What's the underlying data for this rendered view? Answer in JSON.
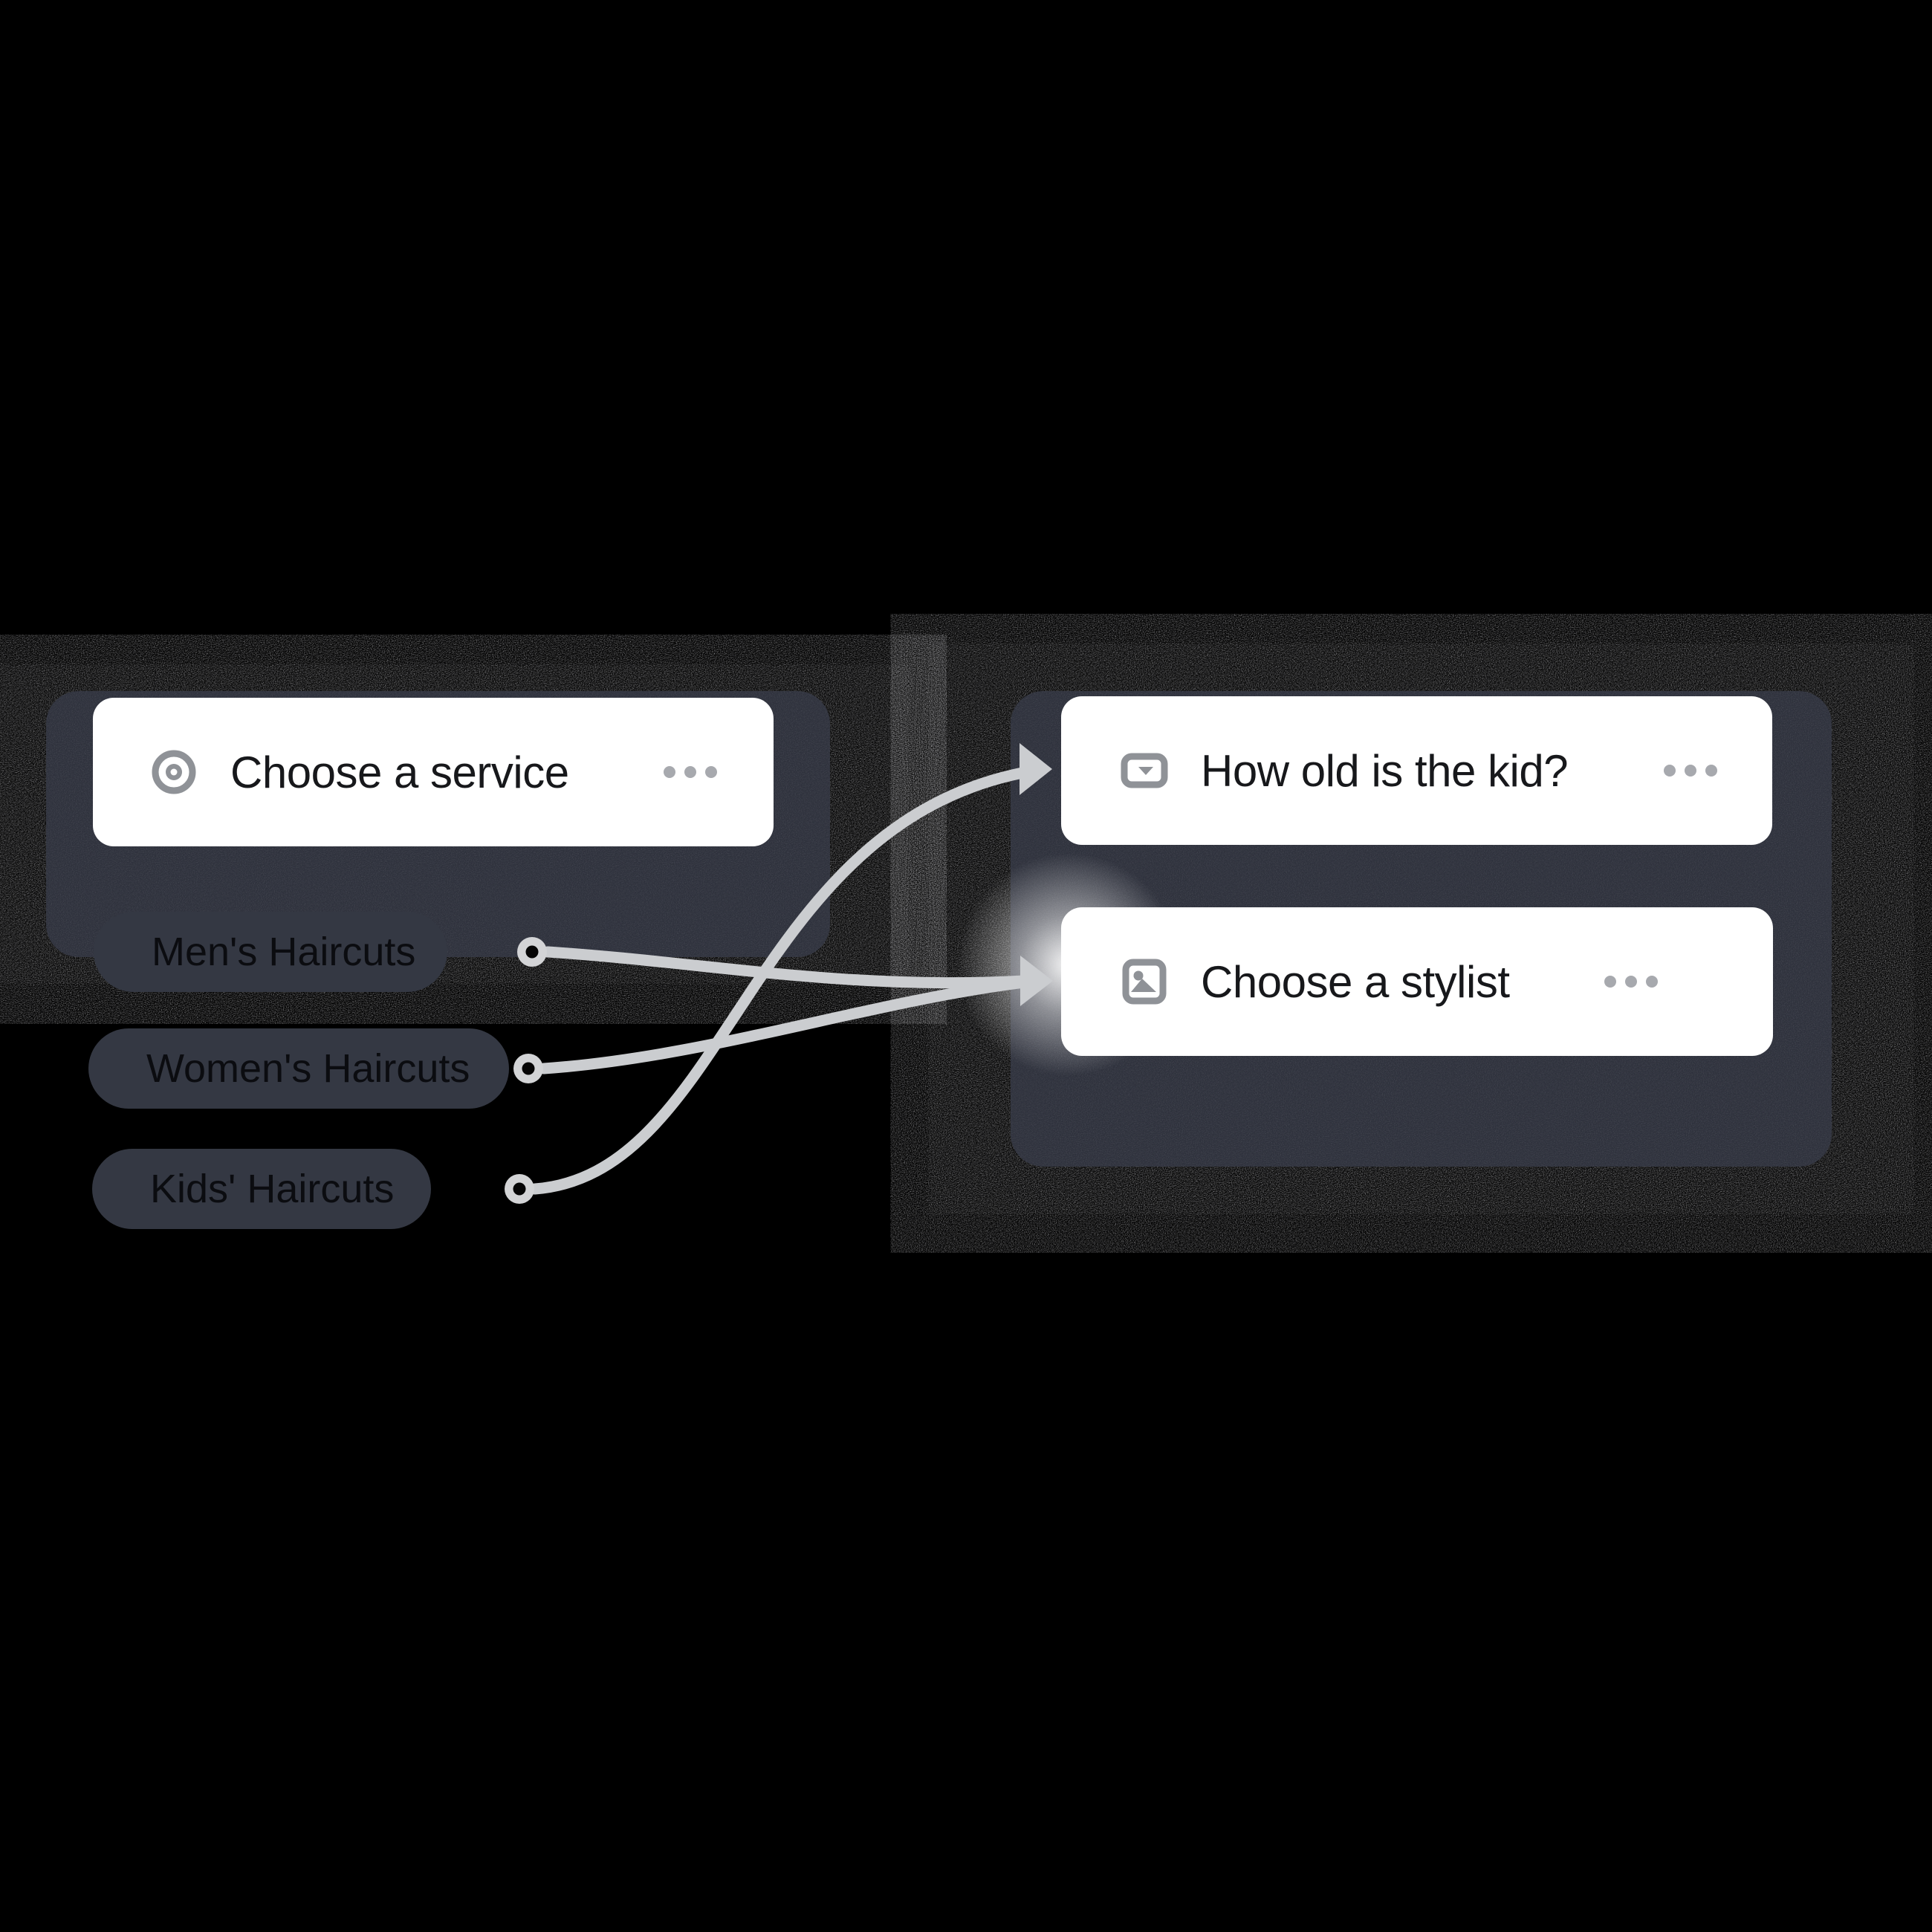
{
  "canvas": {
    "background_color": "#000000",
    "panel_color": "#2e313c",
    "card_color": "#ffffff",
    "connector_color": "#cbcdd0",
    "icon_color": "#8f9297",
    "ellipsis_color": "#a7a9ae",
    "pill_color": "#343843"
  },
  "service_node": {
    "title": "Choose a service",
    "icon": "target-icon",
    "menu_icon": "ellipsis-icon",
    "options": [
      "Men's Haircuts",
      "Women's Haircuts",
      "Kids' Haircuts"
    ]
  },
  "question_node": {
    "title": "How old is the kid?",
    "icon": "dropdown-field-icon",
    "menu_icon": "ellipsis-icon"
  },
  "stylist_node": {
    "title": "Choose a stylist",
    "icon": "image-icon",
    "menu_icon": "ellipsis-icon"
  },
  "connections": [
    {
      "from": "Men's Haircuts",
      "to": "Choose a stylist"
    },
    {
      "from": "Women's Haircuts",
      "to": "Choose a stylist"
    },
    {
      "from": "Kids' Haircuts",
      "to": "How old is the kid?"
    }
  ]
}
